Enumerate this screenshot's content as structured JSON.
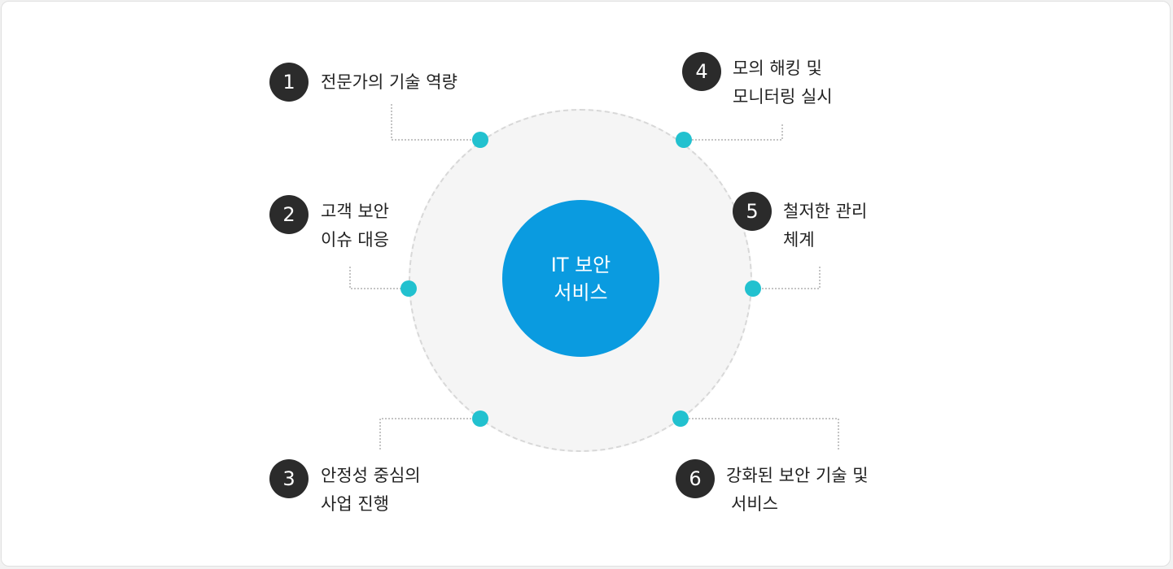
{
  "colors": {
    "center": "#0a9be0",
    "dot": "#22c1cf",
    "badge": "#2b2b2b",
    "connector": "#8a8a8a"
  },
  "center": {
    "line1": "IT 보안",
    "line2": "서비스"
  },
  "items": [
    {
      "number": "1",
      "line1": "전문가의 기술 역량",
      "line2": ""
    },
    {
      "number": "2",
      "line1": "고객 보안",
      "line2": "이슈 대응"
    },
    {
      "number": "3",
      "line1": "안정성 중심의",
      "line2": "사업 진행"
    },
    {
      "number": "4",
      "line1": "모의 해킹 및",
      "line2": "모니터링 실시"
    },
    {
      "number": "5",
      "line1": "철저한 관리",
      "line2": "체계"
    },
    {
      "number": "6",
      "line1": "강화된 보안 기술 및",
      "line2": "서비스"
    }
  ]
}
